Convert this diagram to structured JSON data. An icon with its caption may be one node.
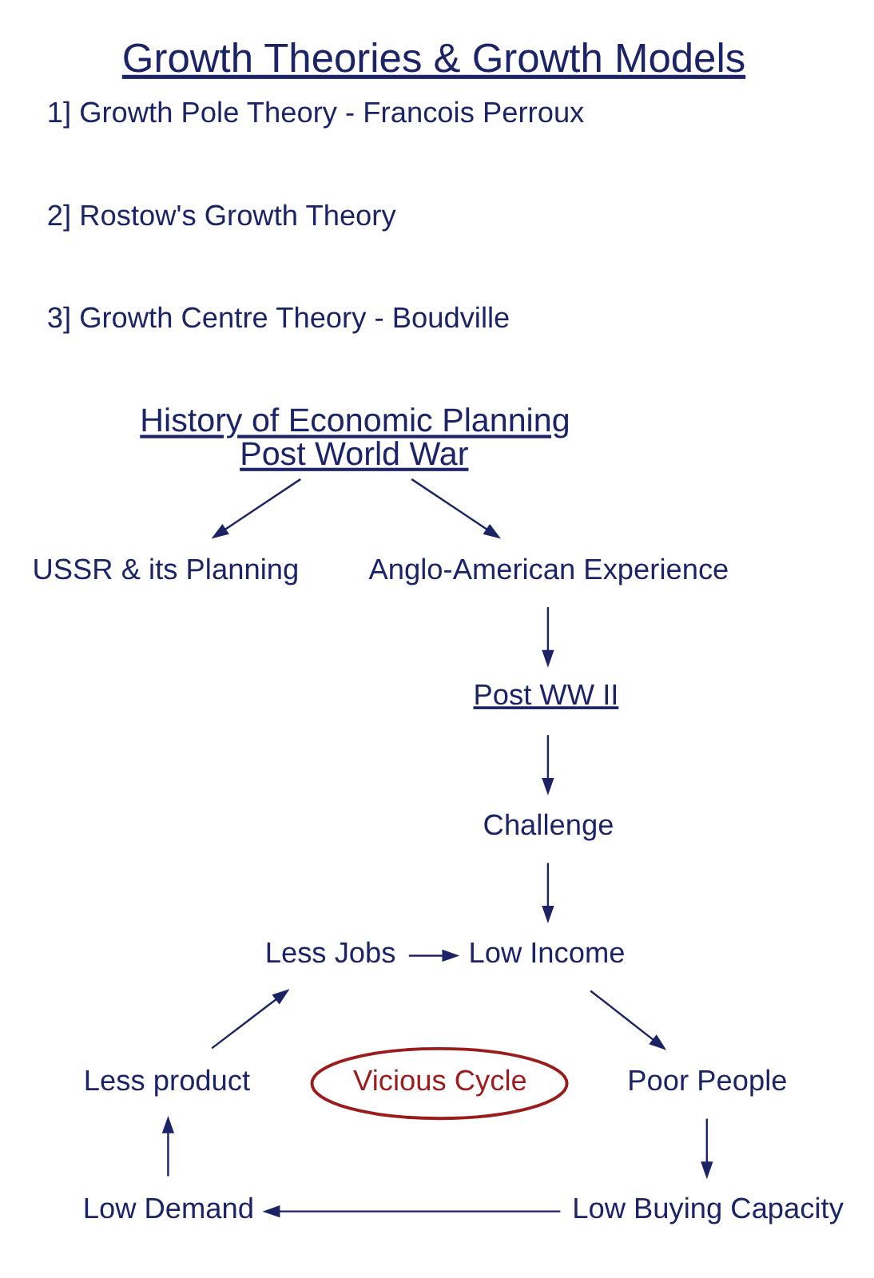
{
  "diagram": {
    "title": "Growth Theories & Growth Models",
    "nodes": [
      {
        "text": [
          "History of Economic Planning Post World War"
        ]
      },
      {
        "text": [
          "USSR & its Planning"
        ]
      },
      {
        "text": [
          "Anglo-American Experience"
        ]
      },
      {
        "text": [
          "Post WW II"
        ]
      },
      {
        "text": [
          "Challenge"
        ]
      },
      {
        "text": [
          "Less Jobs"
        ]
      },
      {
        "text": [
          "Low Income"
        ]
      },
      {
        "text": [
          "Less product"
        ]
      },
      {
        "text": [
          "Vicious Cycle"
        ]
      },
      {
        "text": [
          "Poor People"
        ]
      },
      {
        "text": [
          "Low Demand"
        ]
      },
      {
        "text": [
          "Low Buying Capacity"
        ]
      }
    ],
    "edges": [
      {
        "from": 0,
        "to": 1,
        "arrow": "to"
      },
      {
        "from": 0,
        "to": 2,
        "arrow": "to"
      },
      {
        "from": 2,
        "to": 3,
        "arrow": "to"
      },
      {
        "from": 3,
        "to": 4,
        "arrow": "to"
      },
      {
        "from": 4,
        "to": 6,
        "arrow": "to"
      },
      {
        "from": 5,
        "to": 6,
        "arrow": "to"
      },
      {
        "from": 6,
        "to": 9,
        "arrow": "to"
      },
      {
        "from": 9,
        "to": 11,
        "arrow": "to"
      },
      {
        "from": 11,
        "to": 10,
        "arrow": "to"
      },
      {
        "from": 10,
        "to": 7,
        "arrow": "to"
      },
      {
        "from": 7,
        "to": 5,
        "arrow": "to"
      }
    ],
    "labels": [
      "1] Growth Pole Theory - Francois Perroux",
      "2] Rostow's Growth Theory",
      "3] Growth Centre Theory - Boudville"
    ]
  }
}
